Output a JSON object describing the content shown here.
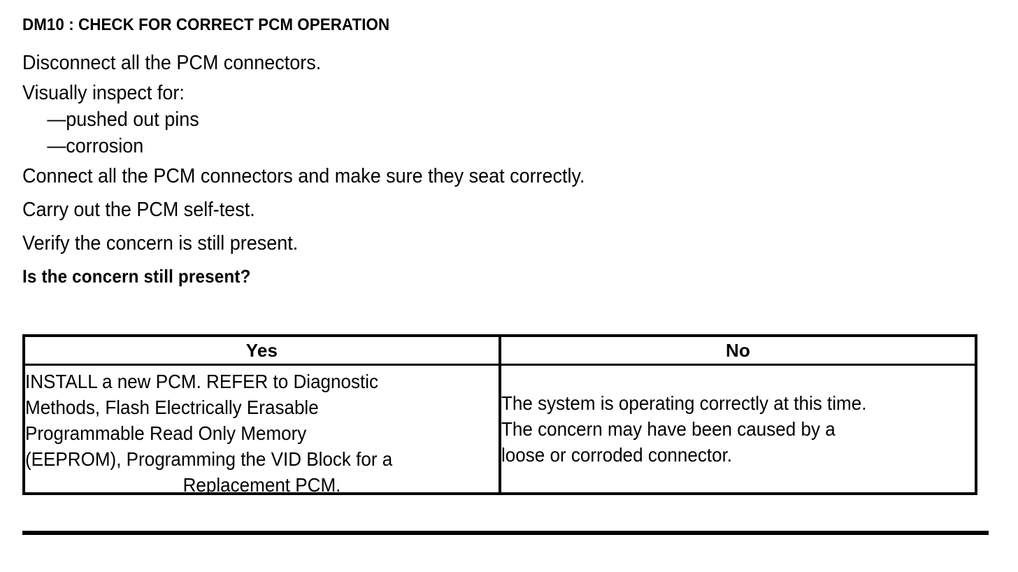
{
  "document": {
    "title": "DM10 : CHECK FOR CORRECT PCM OPERATION",
    "steps": [
      "Disconnect all the PCM connectors.",
      "Visually inspect for:",
      "—pushed out pins",
      "—corrosion",
      "Connect all the PCM connectors and make sure they seat correctly.",
      "Carry out the PCM self-test.",
      "Verify the concern is still present."
    ],
    "question": "Is the concern still present?"
  },
  "decision_table": {
    "headers": {
      "yes": "Yes",
      "no": "No"
    },
    "yes_cell_lines": [
      "INSTALL a new PCM. REFER to Diagnostic",
      "Methods, Flash Electrically Erasable",
      "Programmable Read Only Memory",
      "(EEPROM), Programming the VID Block for a",
      "Replacement PCM."
    ],
    "no_cell_lines": [
      "The system is operating correctly at this time.",
      "The concern may have been caused by a",
      "loose or corroded connector."
    ]
  },
  "colors": {
    "ink": "#000000",
    "paper": "#ffffff"
  }
}
